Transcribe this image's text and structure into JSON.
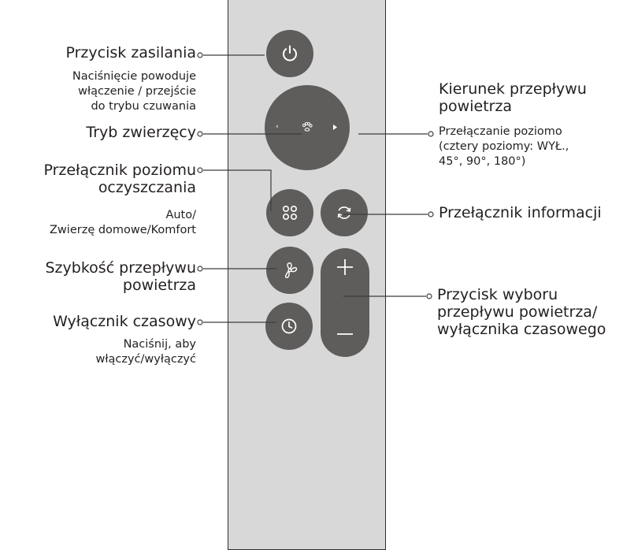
{
  "callouts": {
    "power": {
      "title": "Przycisk zasilania",
      "desc": [
        "Naciśnięcie powoduje",
        "włączenie / przejście",
        "do trybu czuwania"
      ]
    },
    "pet_mode": {
      "title": "Tryb zwierzęcy"
    },
    "purification_level": {
      "title": [
        "Przełącznik poziomu",
        "oczyszczania"
      ],
      "desc": [
        "Auto/",
        "Zwierzę domowe/Komfort"
      ]
    },
    "airflow_speed": {
      "title": [
        "Szybkość przepływu",
        "powietrza"
      ]
    },
    "timer": {
      "title": "Wyłącznik czasowy",
      "desc": [
        "Naciśnij, aby",
        "włączyć/wyłączyć"
      ]
    },
    "airflow_direction": {
      "title": [
        "Kierunek przepływu",
        "powietrza"
      ],
      "desc": [
        "Przełączanie poziomo",
        "(cztery poziomy: WYŁ.,",
        "45°, 90°, 180°)"
      ]
    },
    "info_toggle": {
      "title": "Przełącznik informacji"
    },
    "airflow_timer_select": {
      "title": [
        "Przycisk wyboru",
        "przepływu powietrza/",
        "wyłącznika czasowego"
      ]
    }
  },
  "icons": {
    "power": "power-icon",
    "pet": "paw-icon",
    "mode": "four-dots-icon",
    "info": "refresh-icon",
    "fan": "fan-icon",
    "timer": "clock-icon",
    "plus": "plus-icon",
    "minus": "minus-icon"
  },
  "colors": {
    "remote_body": "#d9d8d8",
    "button": "#5f5d5c",
    "text": "#231f20",
    "leader_line": "#3c3c3c"
  }
}
